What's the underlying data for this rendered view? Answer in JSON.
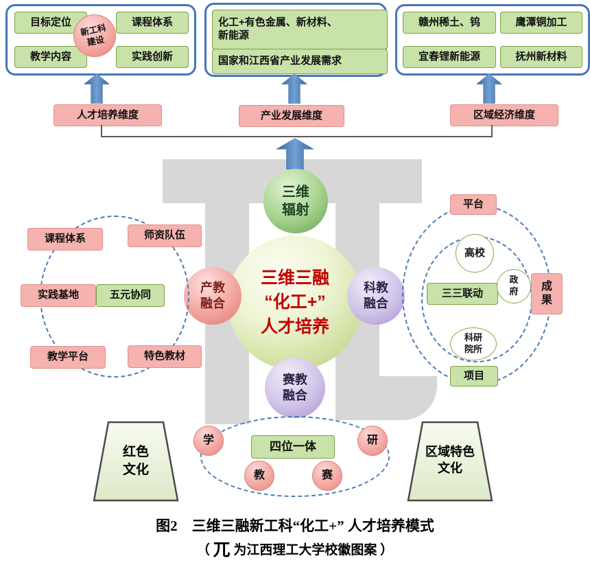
{
  "top_panels": {
    "left": {
      "items": [
        {
          "label": "目标定位"
        },
        {
          "label": "课程体系"
        },
        {
          "label": "教学内容"
        },
        {
          "label": "实践创新"
        }
      ],
      "badge": "新工科\n建设"
    },
    "center": {
      "items": [
        {
          "label": "化工+有色金属、新材料、\n新能源"
        },
        {
          "label": "国家和江西省产业发展需求"
        }
      ]
    },
    "right": {
      "items": [
        {
          "label": "赣州稀土、钨"
        },
        {
          "label": "鹰潭铜加工"
        },
        {
          "label": "宜春锂新能源"
        },
        {
          "label": "抚州新材料"
        }
      ]
    }
  },
  "dimensions": {
    "talent": "人才培养维度",
    "industry": "产业发展维度",
    "region": "区域经济维度"
  },
  "core": {
    "radiation": "三维\n辐射",
    "center": "三维三融\n“化工+”\n人才培养",
    "industry_education": "产教\n融合",
    "science_education": "科教\n融合",
    "competition_education": "赛教\n融合"
  },
  "left_cluster": {
    "items": [
      {
        "label": "课程体系"
      },
      {
        "label": "师资队伍"
      },
      {
        "label": "实践基地"
      },
      {
        "label": "五元协同"
      },
      {
        "label": "教学平台"
      },
      {
        "label": "特色教材"
      }
    ]
  },
  "right_cluster": {
    "platform": "平台",
    "university": "高校",
    "linkage": "三三联动",
    "government": "政\n府",
    "achievements": "成\n果",
    "institutes": "科研\n院所",
    "project": "项目"
  },
  "bottom_cluster": {
    "study": "学",
    "teach": "教",
    "compete": "赛",
    "research": "研",
    "center": "四位一体"
  },
  "culture": {
    "left": "红色\n文化",
    "right": "区域特色\n文化"
  },
  "caption": {
    "line1": "图2　三维三融新工科“化工+”  人才培养模式",
    "line2_prefix": "（ ",
    "line2_glyph": "兀",
    "line2_suffix": " 为江西理工大学校徽图案 ）"
  },
  "colors": {
    "accent_blue": "#4576b5",
    "green_fill": "#c8e2a9",
    "pink_fill": "#f5b2ae",
    "core_text_red": "#c00000"
  }
}
